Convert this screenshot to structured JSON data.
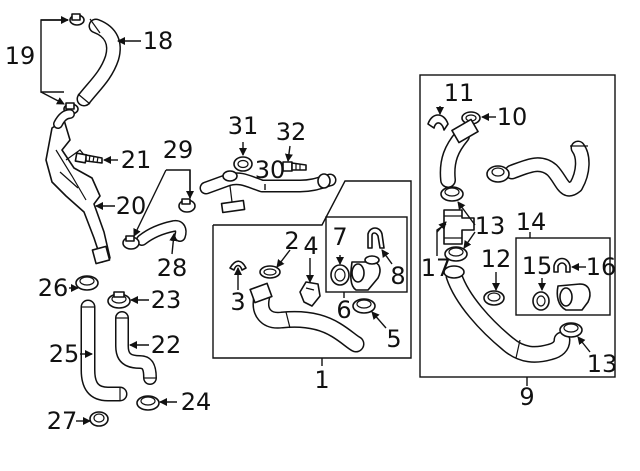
{
  "callouts": {
    "c1": "1",
    "c2": "2",
    "c3": "3",
    "c4": "4",
    "c5": "5",
    "c6": "6",
    "c7": "7",
    "c8": "8",
    "c9": "9",
    "c10": "10",
    "c11": "11",
    "c12": "12",
    "c13a": "13",
    "c13b": "13",
    "c14": "14",
    "c15": "15",
    "c16": "16",
    "c17": "17",
    "c18": "18",
    "c19": "19",
    "c20": "20",
    "c21": "21",
    "c22": "22",
    "c23": "23",
    "c24": "24",
    "c25": "25",
    "c26": "26",
    "c27": "27",
    "c28": "28",
    "c29": "29",
    "c30": "30",
    "c31": "31",
    "c32": "32"
  }
}
